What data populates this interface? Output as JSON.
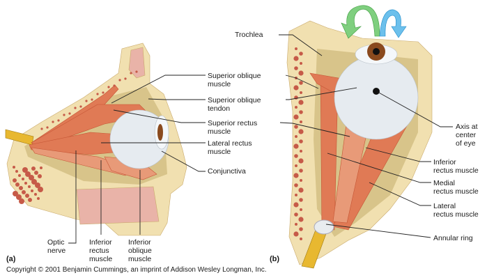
{
  "figure": {
    "panel_a_letter": "(a)",
    "panel_b_letter": "(b)",
    "copyright": "Copyright © 2001 Benjamin Cummings, an imprint of Addison Wesley Longman, Inc.",
    "colors": {
      "bone": "#f1e0b0",
      "bone_pores": "#c65a48",
      "muscle": "#e07a55",
      "muscle_dark": "#c55535",
      "sclera": "#e6ebf0",
      "iris": "#8a4a1e",
      "nerve": "#e8b830",
      "leader_line": "#222222",
      "arrow_green": "#7fcf7f",
      "arrow_blue": "#6cc0ec"
    }
  },
  "panel_a": {
    "labels": {
      "superior_oblique_muscle": [
        "Superior oblique",
        "muscle"
      ],
      "superior_oblique_tendon": [
        "Superior oblique",
        "tendon"
      ],
      "superior_rectus_muscle": [
        "Superior rectus",
        "muscle"
      ],
      "lateral_rectus_muscle": [
        "Lateral rectus",
        "muscle"
      ],
      "conjunctiva": [
        "Conjunctiva"
      ],
      "optic_nerve": [
        "Optic",
        "nerve"
      ],
      "inferior_rectus_muscle": [
        "Inferior",
        "rectus",
        "muscle"
      ],
      "inferior_oblique_muscle": [
        "Inferior",
        "oblique",
        "muscle"
      ]
    }
  },
  "panel_b": {
    "labels": {
      "trochlea": [
        "Trochlea"
      ],
      "axis_center_eye": [
        "Axis at",
        "center",
        "of eye"
      ],
      "inferior_rectus_muscle": [
        "Inferior",
        "rectus muscle"
      ],
      "medial_rectus_muscle": [
        "Medial",
        "rectus muscle"
      ],
      "lateral_rectus_muscle": [
        "Lateral",
        "rectus muscle"
      ],
      "annular_ring": [
        "Annular ring"
      ]
    }
  }
}
